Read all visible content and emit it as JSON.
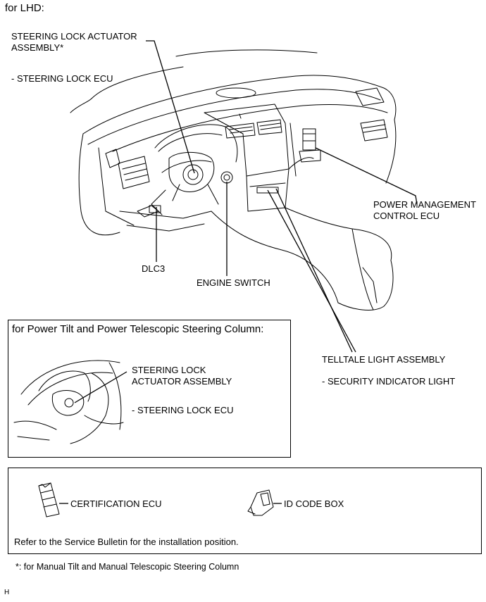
{
  "header": {
    "title": "for LHD:"
  },
  "main_labels": {
    "steering_lock_actuator": "STEERING LOCK ACTUATOR\nASSEMBLY*",
    "steering_lock_ecu": "- STEERING LOCK ECU",
    "power_management": "POWER MANAGEMENT\nCONTROL ECU",
    "dlc3": "DLC3",
    "engine_switch": "ENGINE SWITCH",
    "telltale": "TELLTALE LIGHT ASSEMBLY",
    "security_indicator": "- SECURITY INDICATOR LIGHT"
  },
  "inset_power": {
    "title": "for Power Tilt and Power Telescopic Steering Column:",
    "actuator": "STEERING LOCK\nACTUATOR ASSEMBLY",
    "ecu": "- STEERING LOCK ECU"
  },
  "inset_parts": {
    "certification": "CERTIFICATION ECU",
    "id_code_box": "ID CODE BOX",
    "note": "Refer to the Service Bulletin for the installation position."
  },
  "footnote": "*: for Manual Tilt and Manual Telescopic Steering Column",
  "corner_mark": "H"
}
